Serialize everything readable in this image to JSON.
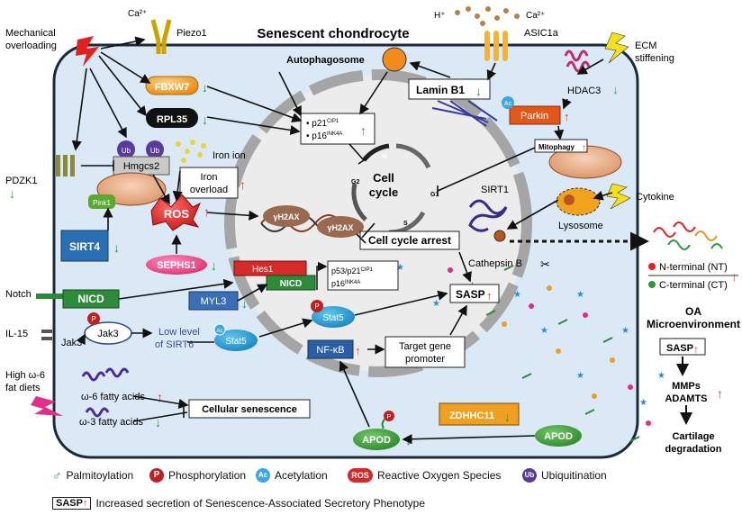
{
  "title": "Senescent chondrocyte",
  "inputs": {
    "mech": [
      "Mechanical",
      "overloading"
    ],
    "ecm": [
      "ECM",
      "stiffening"
    ],
    "cytokine": "Cytokine",
    "notch": "Notch",
    "il15": "IL-15",
    "fat": [
      "High ω-6",
      "fat diets"
    ]
  },
  "ions": {
    "ca_left": "Ca²⁺",
    "h": "H⁺",
    "ca_right": "Ca²⁺"
  },
  "channels": {
    "piezo": "Piezo1",
    "asic": "ASIC1a"
  },
  "nodes": {
    "fbxw7": "FBXW7",
    "rpl35": "RPL35",
    "autophagosome": "Autophagosome",
    "lamin": "Lamin B1",
    "hdac3": "HDAC3",
    "parkin": "Parkin",
    "mitophagy": "Mitophagy",
    "pdzk1": "PDZK1",
    "hmgcs2": "Hmgcs2",
    "iron_ion": "Iron ion",
    "iron_overload": [
      "Iron",
      "overload"
    ],
    "pink1": "Pink1",
    "ros": "ROS",
    "sirt4": "SIRT4",
    "sephs1": "SEPHS1",
    "h2ax": "γH2AX",
    "cell_cycle": [
      "Cell",
      "cycle"
    ],
    "phases": [
      "M",
      "G2",
      "S",
      "G1"
    ],
    "arrest": "Cell cycle arrest",
    "sirt1": "SIRT1",
    "lysosome": "Lysosome",
    "cathepsin": "Cathepsin B",
    "hes1": "Hes1",
    "nicd": "NICD",
    "myl3": "MYL3",
    "jak3": "Jak3",
    "low_sirt6": [
      "Low level",
      "of SIRT6"
    ],
    "stat5": "Stat5",
    "nfkb": "NF-κB",
    "target": [
      "Target gene",
      "promoter"
    ],
    "fa6": "ω-6 fatty acids",
    "fa3": "ω-3 fatty acids",
    "senescence": "Cellular senescence",
    "zdhhc11": "ZDHHC11",
    "apod": "APOD",
    "sasp": "SASP",
    "nt": "N-terminal (NT)",
    "ct": "C-terminal (CT)",
    "oa": [
      "OA",
      "Microenvironment"
    ],
    "mmps": [
      "MMPs",
      "ADAMTS"
    ],
    "cartilage": [
      "Cartilage",
      "degradation"
    ]
  },
  "cdk1": {
    "name": "p21",
    "sup": "CIP1"
  },
  "cdk2": {
    "name": "p16",
    "sup": "INK4A"
  },
  "p53box": {
    "line1": "p53/p21",
    "sup1": "CIP1",
    "line2": "p16",
    "sup2": "INK4A"
  },
  "badges": {
    "p": "P",
    "ac": "Ac",
    "ub": "Ub"
  },
  "legend": {
    "palm": "Palmitoylation",
    "phos": "Phosphorylation",
    "acet": "Acetylation",
    "ros": "Reactive Oxygen Species",
    "ubiq": "Ubiquitination",
    "sasp_note": "Increased secretion of Senescence-Associated Secretory Phenotype"
  },
  "colors": {
    "up": "#e8321e",
    "down": "#1a9a3a",
    "cell": "#dbe9f7",
    "nucleus": "#ececec"
  }
}
